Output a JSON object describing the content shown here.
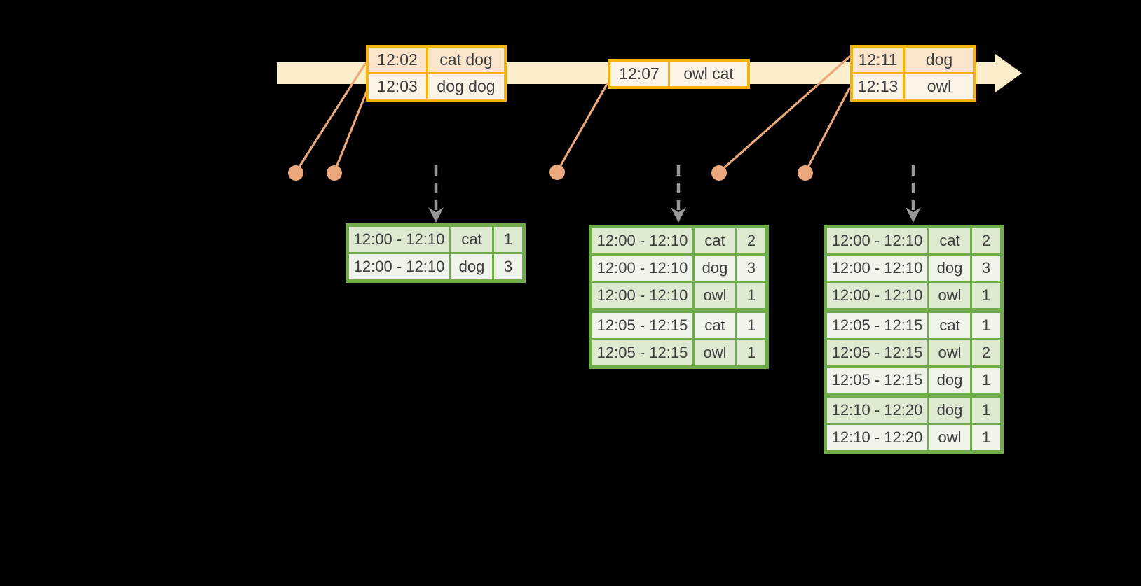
{
  "colors": {
    "bg": "#000000",
    "band": "#FAEECB",
    "gold": "#F4B30D",
    "event-dark": "#FAE5CB",
    "event-light": "#FDF4E8",
    "orange": "#EBA87C",
    "green": "#71AC4B",
    "green-dark": "#DEE9D2",
    "green-light": "#EFF4EA",
    "arrow-gray": "#979797",
    "ink": "#3E3E3E"
  },
  "timeline": {
    "event_tables": [
      {
        "rows": [
          {
            "time": "12:02",
            "words": "cat dog",
            "shade": "dark"
          },
          {
            "time": "12:03",
            "words": "dog dog",
            "shade": "light"
          }
        ]
      },
      {
        "rows": [
          {
            "time": "12:07",
            "words": "owl cat",
            "shade": "light"
          }
        ]
      },
      {
        "rows": [
          {
            "time": "12:11",
            "words": "dog",
            "shade": "dark"
          },
          {
            "time": "12:13",
            "words": "owl",
            "shade": "light"
          }
        ]
      }
    ]
  },
  "result_tables": [
    {
      "rows": [
        {
          "window": "12:00 - 12:10",
          "word": "cat",
          "count": "1",
          "shade": "dark"
        },
        {
          "window": "12:00 - 12:10",
          "word": "dog",
          "count": "3",
          "shade": "light"
        }
      ]
    },
    {
      "rows": [
        {
          "window": "12:00 - 12:10",
          "word": "cat",
          "count": "2",
          "shade": "dark"
        },
        {
          "window": "12:00 - 12:10",
          "word": "dog",
          "count": "3",
          "shade": "light"
        },
        {
          "window": "12:00 - 12:10",
          "word": "owl",
          "count": "1",
          "shade": "dark"
        },
        {
          "window": "12:05 - 12:15",
          "word": "cat",
          "count": "1",
          "shade": "light",
          "group_start": true
        },
        {
          "window": "12:05 - 12:15",
          "word": "owl",
          "count": "1",
          "shade": "dark"
        }
      ]
    },
    {
      "rows": [
        {
          "window": "12:00 - 12:10",
          "word": "cat",
          "count": "2",
          "shade": "dark"
        },
        {
          "window": "12:00 - 12:10",
          "word": "dog",
          "count": "3",
          "shade": "light"
        },
        {
          "window": "12:00 - 12:10",
          "word": "owl",
          "count": "1",
          "shade": "dark"
        },
        {
          "window": "12:05 - 12:15",
          "word": "cat",
          "count": "1",
          "shade": "light",
          "group_start": true
        },
        {
          "window": "12:05 - 12:15",
          "word": "owl",
          "count": "2",
          "shade": "dark"
        },
        {
          "window": "12:05 - 12:15",
          "word": "dog",
          "count": "1",
          "shade": "light"
        },
        {
          "window": "12:10 - 12:20",
          "word": "dog",
          "count": "1",
          "shade": "dark",
          "group_start": true
        },
        {
          "window": "12:10 - 12:20",
          "word": "owl",
          "count": "1",
          "shade": "light"
        }
      ]
    }
  ]
}
